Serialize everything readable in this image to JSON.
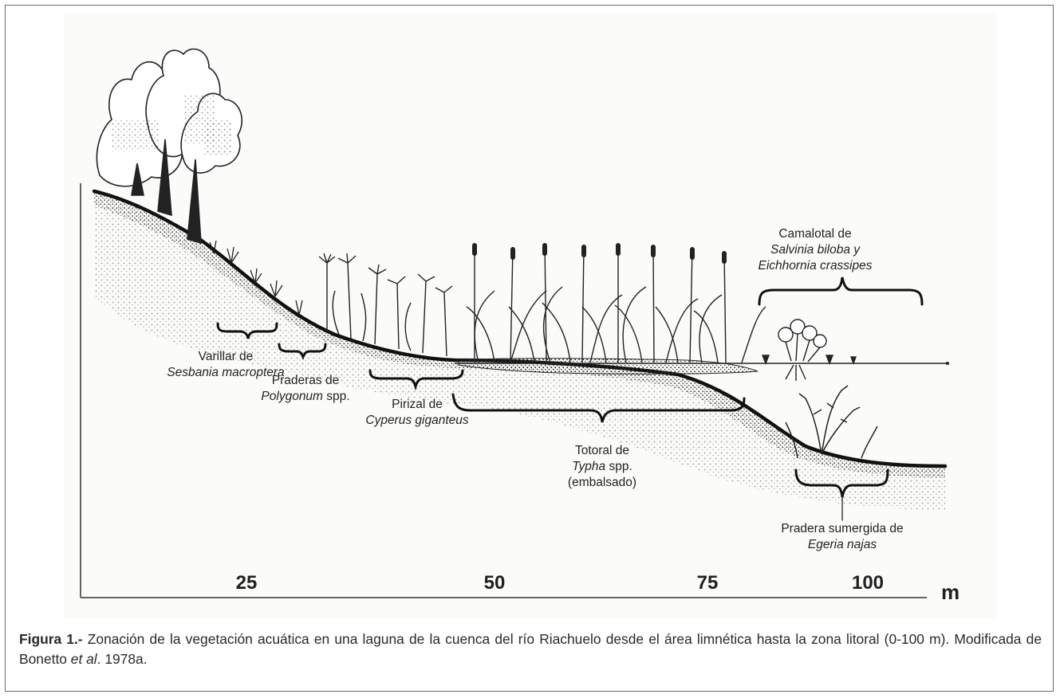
{
  "zones": [
    {
      "id": "varillar",
      "line1": "Varillar de",
      "line2": "Sesbania macroptera",
      "line3": ""
    },
    {
      "id": "praderas",
      "line1": "Praderas de",
      "line2_italic": "Polygonum",
      "line2_rest": " spp.",
      "line3": ""
    },
    {
      "id": "pirizal",
      "line1": "Pirizal de",
      "line2": "Cyperus giganteus",
      "line3": ""
    },
    {
      "id": "totoral",
      "line1": "Totoral de",
      "line2_italic": "Typha",
      "line2_rest": " spp.",
      "line3": "(embalsado)"
    },
    {
      "id": "pradera",
      "line1": "Pradera sumergida de",
      "line2": "Egeria najas",
      "line3": ""
    },
    {
      "id": "camalotal",
      "line1": "Camalotal de",
      "line2": "Salvinia biloba y",
      "line3": "Eichhornia crassipes"
    }
  ],
  "axis": {
    "ticks": [
      "25",
      "50",
      "75",
      "100"
    ],
    "unit": "m"
  },
  "caption": {
    "label": "Figura 1.-",
    "text": " Zonación de la vegetación acuática en una laguna de la cuenca del río Riachuelo desde el área limnética hasta la zona litoral (0-100 m). Modificada de Bonetto ",
    "etal": "et al",
    "tail": ". 1978a."
  }
}
